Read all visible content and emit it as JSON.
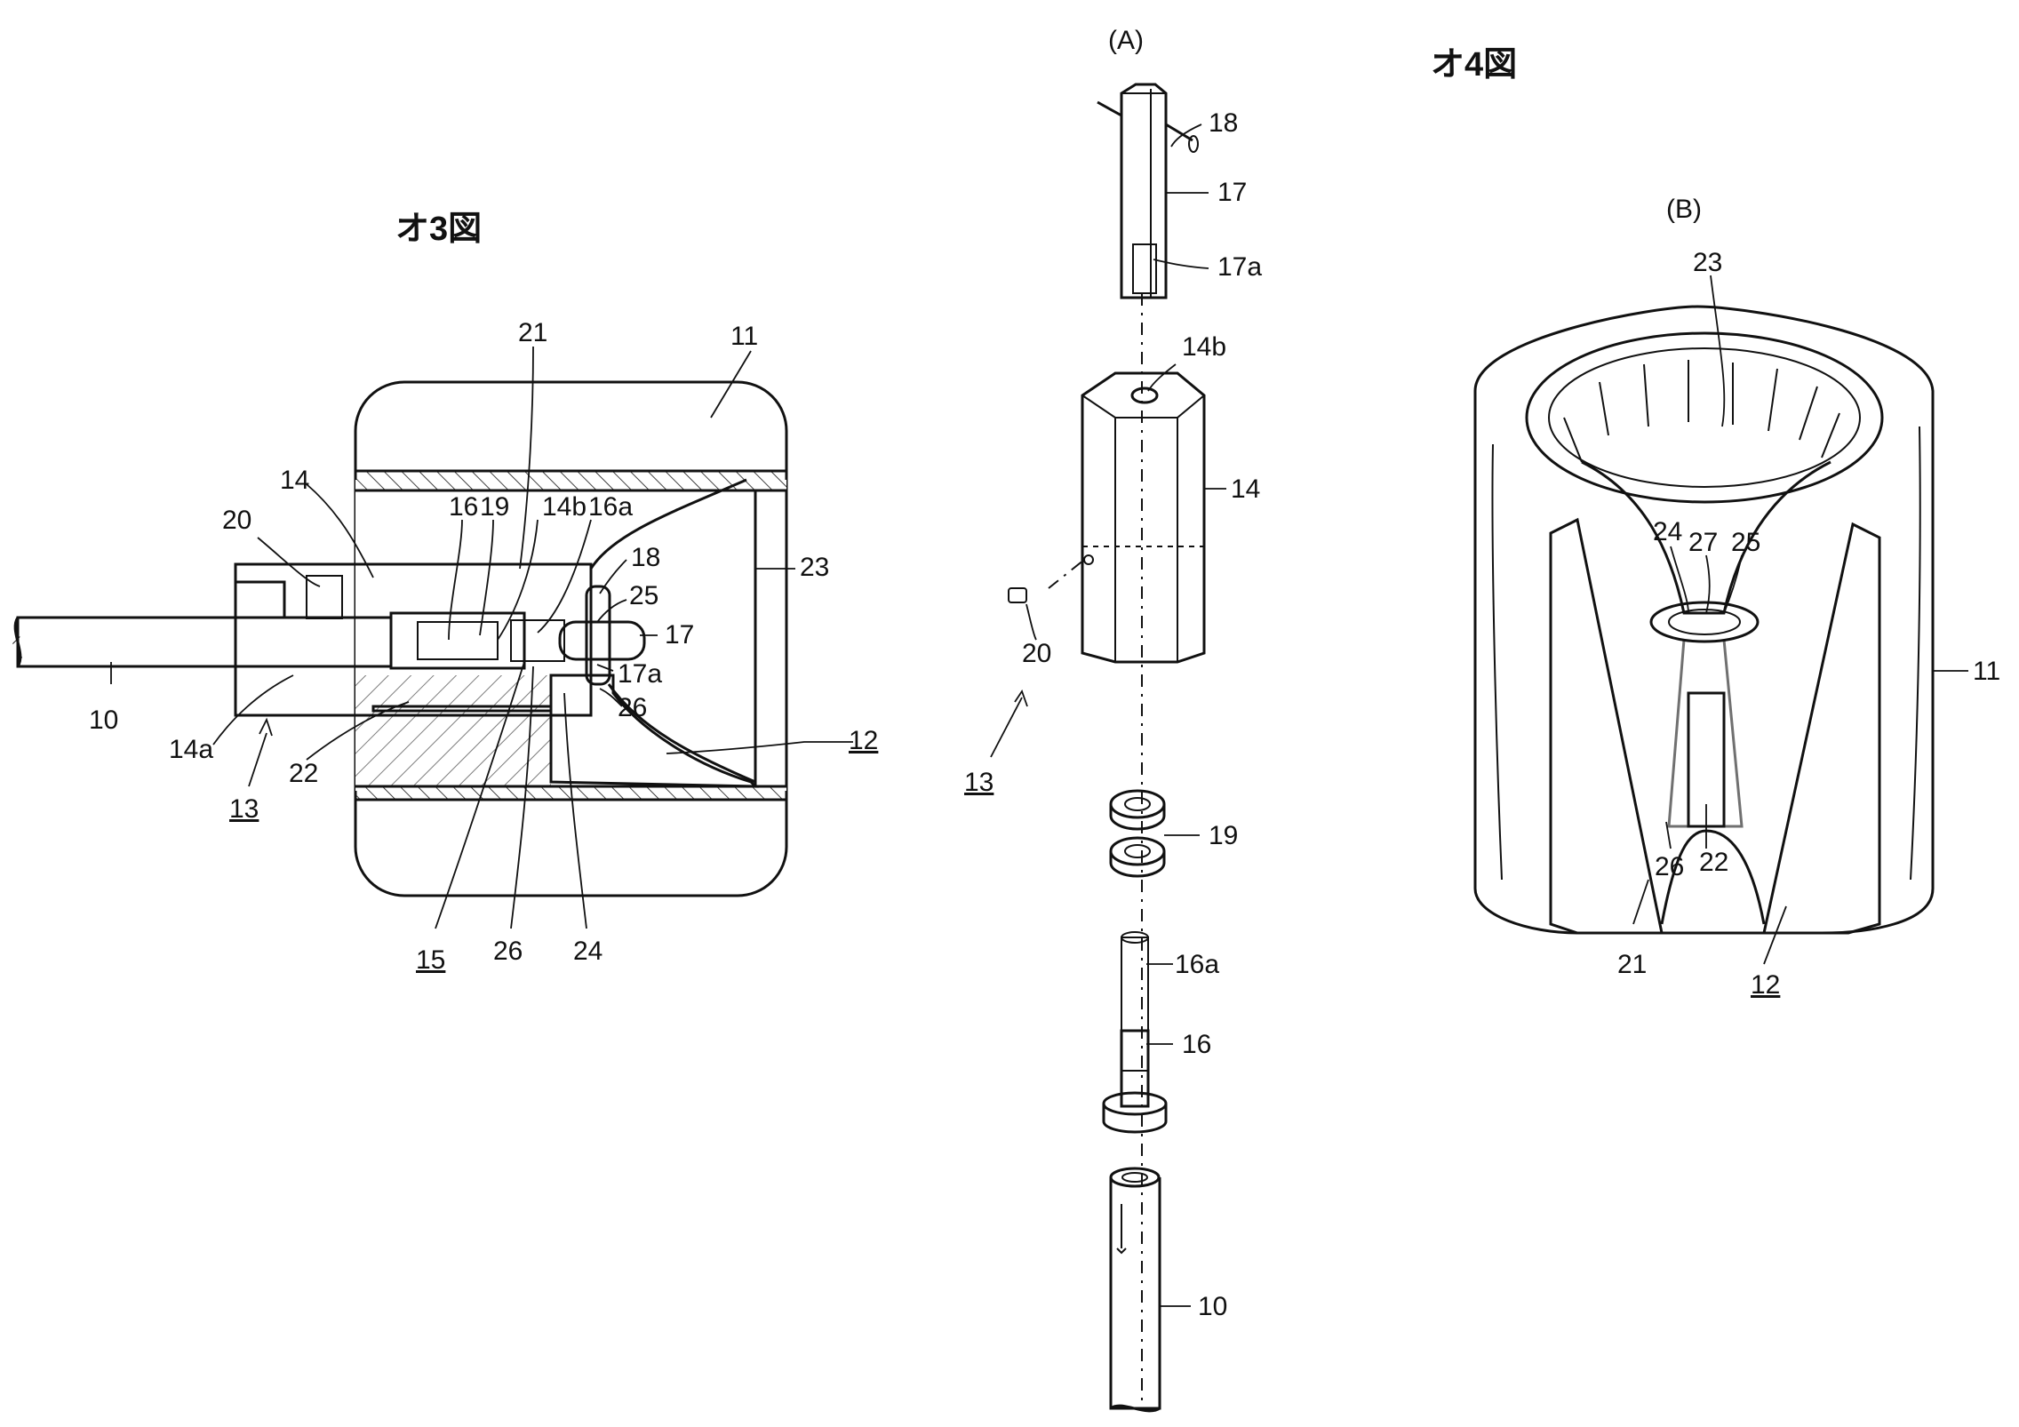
{
  "titles": {
    "fig3": "オ3図",
    "fig4": "オ4図",
    "panel_a": "(A)",
    "panel_b": "(B)"
  },
  "fig3_labels": {
    "l11": "11",
    "l21": "21",
    "l14": "14",
    "l16": "16",
    "l19": "19",
    "l14b": "14b",
    "l16a": "16a",
    "l20": "20",
    "l18": "18",
    "l25": "25",
    "l23": "23",
    "l17": "17",
    "l10": "10",
    "l17a": "17a",
    "l26a": "26",
    "l14a": "14a",
    "l22": "22",
    "l12": "12",
    "l13": "13",
    "l15": "15",
    "l26b": "26",
    "l24": "24"
  },
  "fig4a_labels": {
    "l18": "18",
    "l17": "17",
    "l17a": "17a",
    "l14b": "14b",
    "l14": "14",
    "l20": "20",
    "l13": "13",
    "l19": "19",
    "l16a": "16a",
    "l16": "16",
    "l10": "10"
  },
  "fig4b_labels": {
    "l23": "23",
    "l24": "24",
    "l27": "27",
    "l25": "25",
    "l11": "11",
    "l26": "26",
    "l22": "22",
    "l21": "21",
    "l12": "12"
  }
}
